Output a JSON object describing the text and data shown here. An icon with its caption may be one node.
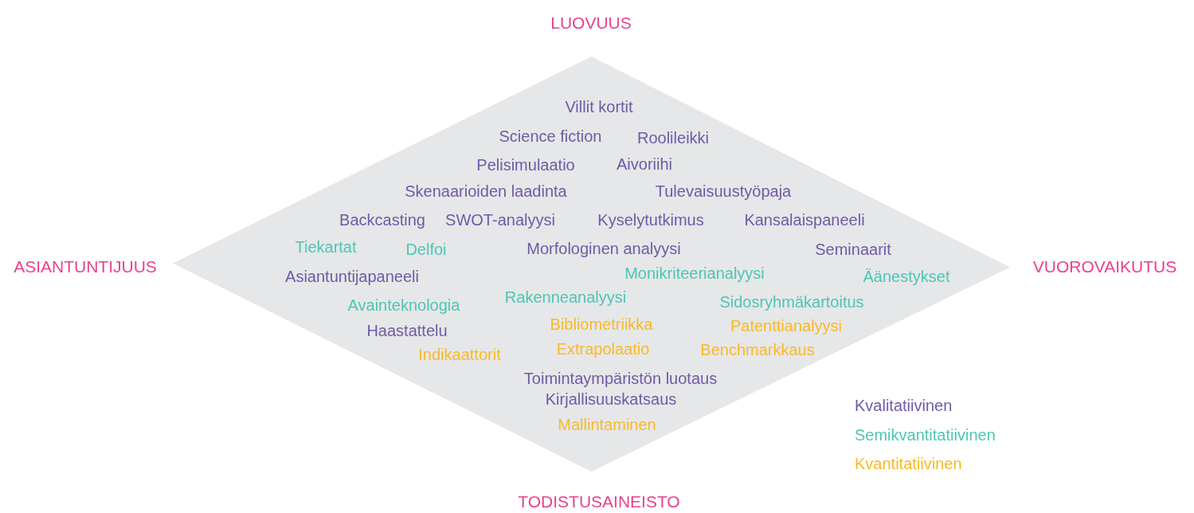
{
  "diagram": {
    "nodes": [
      {
        "text": [
          "Villit kortit",
          "Science fiction",
          "Roolileikki",
          "Pelisimulaatio",
          "Aivoriihi",
          "Skenaarioiden laadinta",
          "Tulevaisuustyöpaja",
          "Backcasting",
          "SWOT-analyysi",
          "Kyselytutkimus",
          "Kansalaispaneeli",
          "Tiekartat",
          "Delfoi",
          "Morfologinen analyysi",
          "Seminaarit",
          "Asiantuntijapaneeli",
          "Monikriteerianalyysi",
          "Äänestykset",
          "Avainteknologia",
          "Rakenneanalyysi",
          "Sidosryhmäkartoitus",
          "Haastattelu",
          "Bibliometriikka",
          "Patenttianalyysi",
          "Indikaattorit",
          "Extrapolaatio",
          "Benchmarkkaus",
          "Toimintaympäristön luotaus",
          "Kirjallisuuskatsaus",
          "Mallintaminen"
        ]
      }
    ],
    "labels": [
      "LUOVUUS",
      "ASIANTUNTIJUUS",
      "VUOROVAIKUTUS",
      "TODISTUSAINEISTO"
    ],
    "legend": [
      {
        "text": "Kvalitatiivinen",
        "color": "#6f5aa8"
      },
      {
        "text": "Semikvantitatiivinen",
        "color": "#4dc6b4"
      },
      {
        "text": "Kvantitatiivinen",
        "color": "#f9b927"
      }
    ]
  }
}
